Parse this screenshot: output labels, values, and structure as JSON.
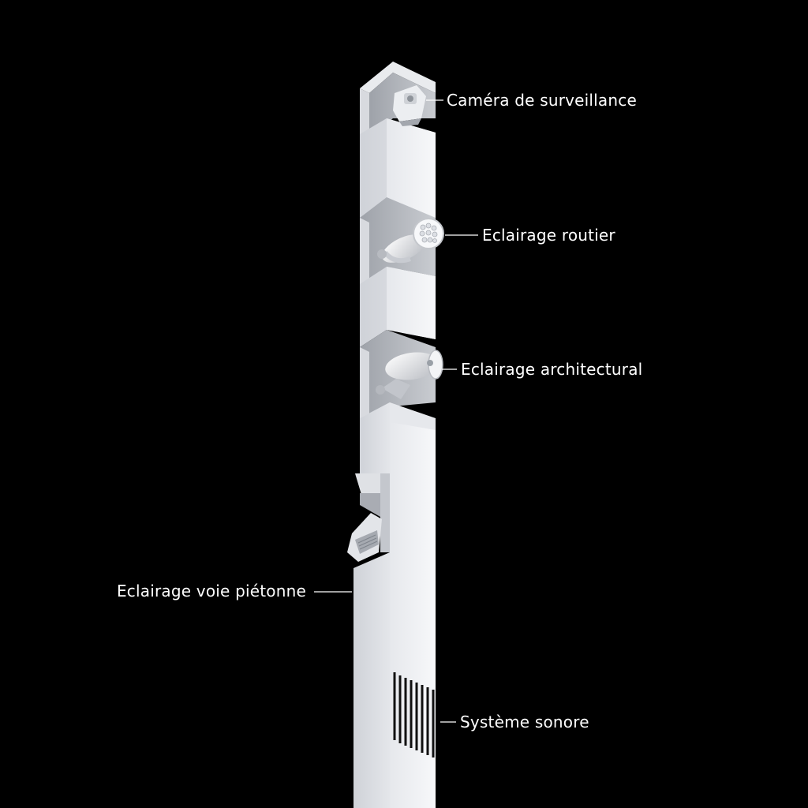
{
  "figure": {
    "background": "#000000",
    "pole_color": "#f2f3f6",
    "label_color": "#ffffff"
  },
  "callouts": {
    "camera": {
      "text": "Caméra de surveillance",
      "icon": "security-camera-icon"
    },
    "road_light": {
      "text": "Eclairage routier",
      "icon": "road-spotlight-icon"
    },
    "architectural_light": {
      "text": "Eclairage architectural",
      "icon": "architectural-spotlight-icon"
    },
    "pedestrian_light": {
      "text": "Eclairage voie piétonne",
      "icon": "pedestrian-floodlight-icon"
    },
    "sound_system": {
      "text": "Système sonore",
      "icon": "speaker-grille-icon"
    }
  }
}
